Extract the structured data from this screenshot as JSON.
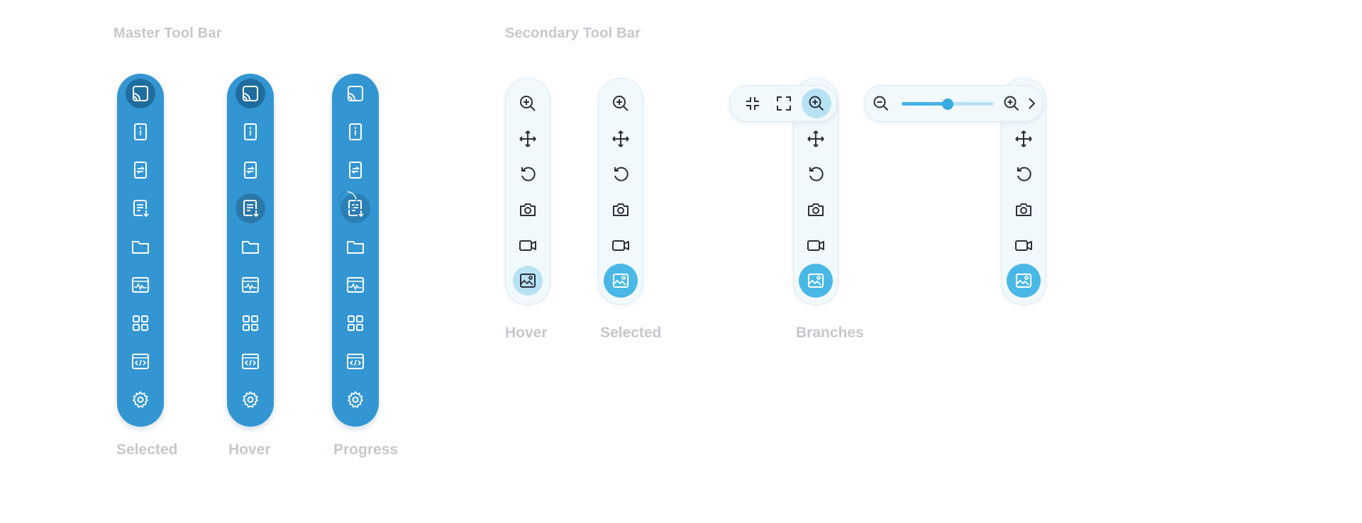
{
  "sections": {
    "master_title": "Master Tool Bar",
    "secondary_title": "Secondary Tool Bar"
  },
  "captions": {
    "selected": "Selected",
    "hover": "Hover",
    "progress": "Progress",
    "sec_hover": "Hover",
    "sec_selected": "Selected",
    "branches": "Branches"
  },
  "master_icons": [
    "cast-icon",
    "info-icon",
    "swap-document-icon",
    "report-download-icon",
    "folder-icon",
    "monitor-activity-icon",
    "grid-icon",
    "code-window-icon",
    "gear-icon"
  ],
  "secondary_icons": [
    "zoom-in-icon",
    "move-icon",
    "rotate-icon",
    "camera-icon",
    "video-icon",
    "image-compare-icon"
  ],
  "branch_icons": [
    "collapse-icon",
    "fullscreen-icon",
    "zoom-in-icon"
  ],
  "zoom_slider": {
    "value": 0.5
  },
  "colors": {
    "master_bar": "#3396d3",
    "master_selected": "#1f6d9e",
    "secondary_bg": "#f2f9fd",
    "accent": "#4ab8e6",
    "accent_light": "#b7e2f3",
    "caption": "#c5c8cd"
  }
}
